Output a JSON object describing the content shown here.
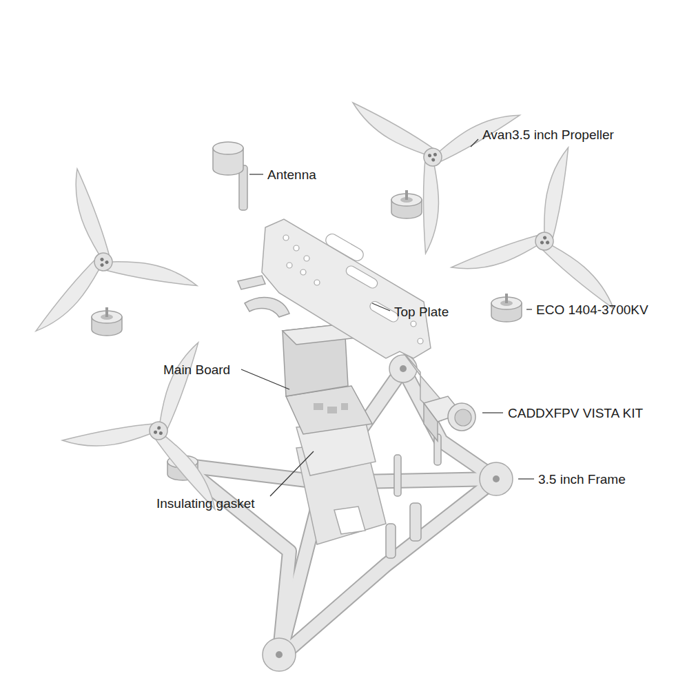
{
  "diagram": {
    "labels": [
      "Avan3.5 inch Propeller",
      "Antenna",
      "Top Plate",
      "ECO 1404-3700KV",
      "Main Board",
      "CADDXFPV VISTA KIT",
      "3.5 inch Frame",
      "Insulating gasket"
    ]
  }
}
